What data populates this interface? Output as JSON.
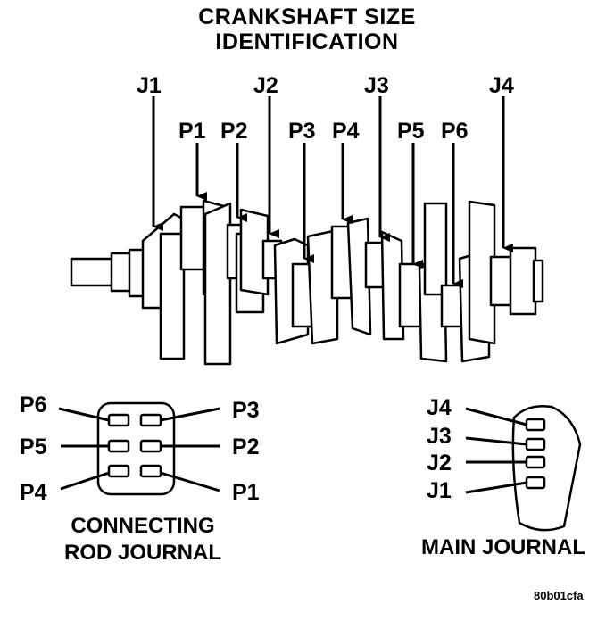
{
  "title": {
    "line1": "CRANKSHAFT SIZE",
    "line2": "IDENTIFICATION"
  },
  "journal_labels": {
    "j1": "J1",
    "j2": "J2",
    "j3": "J3",
    "j4": "J4"
  },
  "pin_labels": {
    "p1": "P1",
    "p2": "P2",
    "p3": "P3",
    "p4": "P4",
    "p5": "P5",
    "p6": "P6"
  },
  "rod_journal": {
    "labels": {
      "p6": "P6",
      "p5": "P5",
      "p4": "P4",
      "p3": "P3",
      "p2": "P2",
      "p1": "P1"
    },
    "caption_line1": "CONNECTING",
    "caption_line2": "ROD JOURNAL"
  },
  "main_journal": {
    "labels": {
      "j4": "J4",
      "j3": "J3",
      "j2": "J2",
      "j1": "J1"
    },
    "caption": "MAIN JOURNAL"
  },
  "figure_code": "80b01cfa"
}
